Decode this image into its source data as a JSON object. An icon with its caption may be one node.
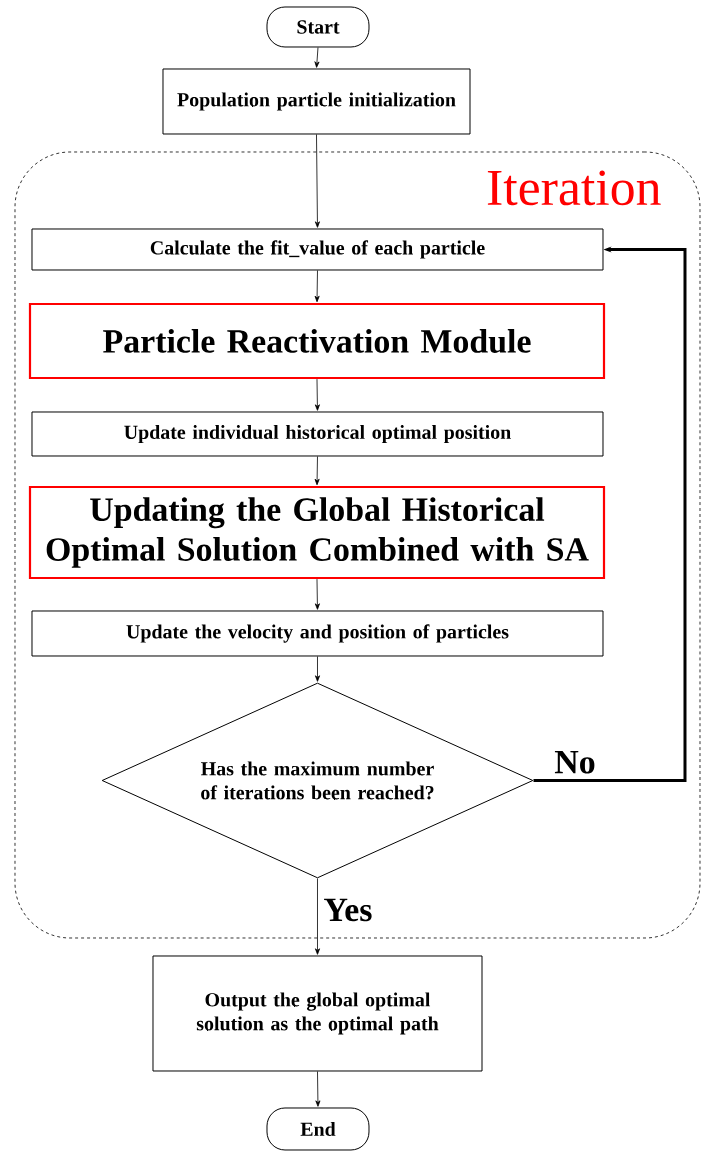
{
  "diagram": {
    "nodes": [
      {
        "text": [
          "Start"
        ]
      },
      {
        "text": [
          "Population particle initialization"
        ]
      },
      {
        "text": [
          "Iteration"
        ]
      },
      {
        "text": [
          "Calculate the fit_value of each particle"
        ],
        "in": 2
      },
      {
        "text": [
          "Particle Reactivation Module"
        ],
        "in": 2
      },
      {
        "text": [
          "Update individual historical optimal position"
        ],
        "in": 2
      },
      {
        "text": [
          "Updating the Global Historical Optimal Solution Combined with SA"
        ],
        "in": 2
      },
      {
        "text": [
          "Update the velocity and position of particles"
        ],
        "in": 2
      },
      {
        "text": [
          "Has the maximum number of iterations been reached?"
        ],
        "in": 2
      },
      {
        "text": [
          "Output the global optimal solution as the optimal path"
        ]
      },
      {
        "text": [
          "End"
        ]
      }
    ],
    "edges": [
      {
        "from": 0,
        "to": 1,
        "arrow": "to"
      },
      {
        "from": 1,
        "to": 3,
        "arrow": "to"
      },
      {
        "from": 3,
        "to": 4,
        "arrow": "to"
      },
      {
        "from": 4,
        "to": 5,
        "arrow": "to"
      },
      {
        "from": 5,
        "to": 6,
        "arrow": "to"
      },
      {
        "from": 6,
        "to": 7,
        "arrow": "to"
      },
      {
        "from": 7,
        "to": 8,
        "arrow": "to"
      },
      {
        "from": 8,
        "to": 3,
        "arrow": "to",
        "label": "No",
        "style": "thick"
      },
      {
        "from": 8,
        "to": 9,
        "arrow": "to",
        "label": "Yes"
      },
      {
        "from": 9,
        "to": 10,
        "arrow": "to"
      }
    ]
  }
}
